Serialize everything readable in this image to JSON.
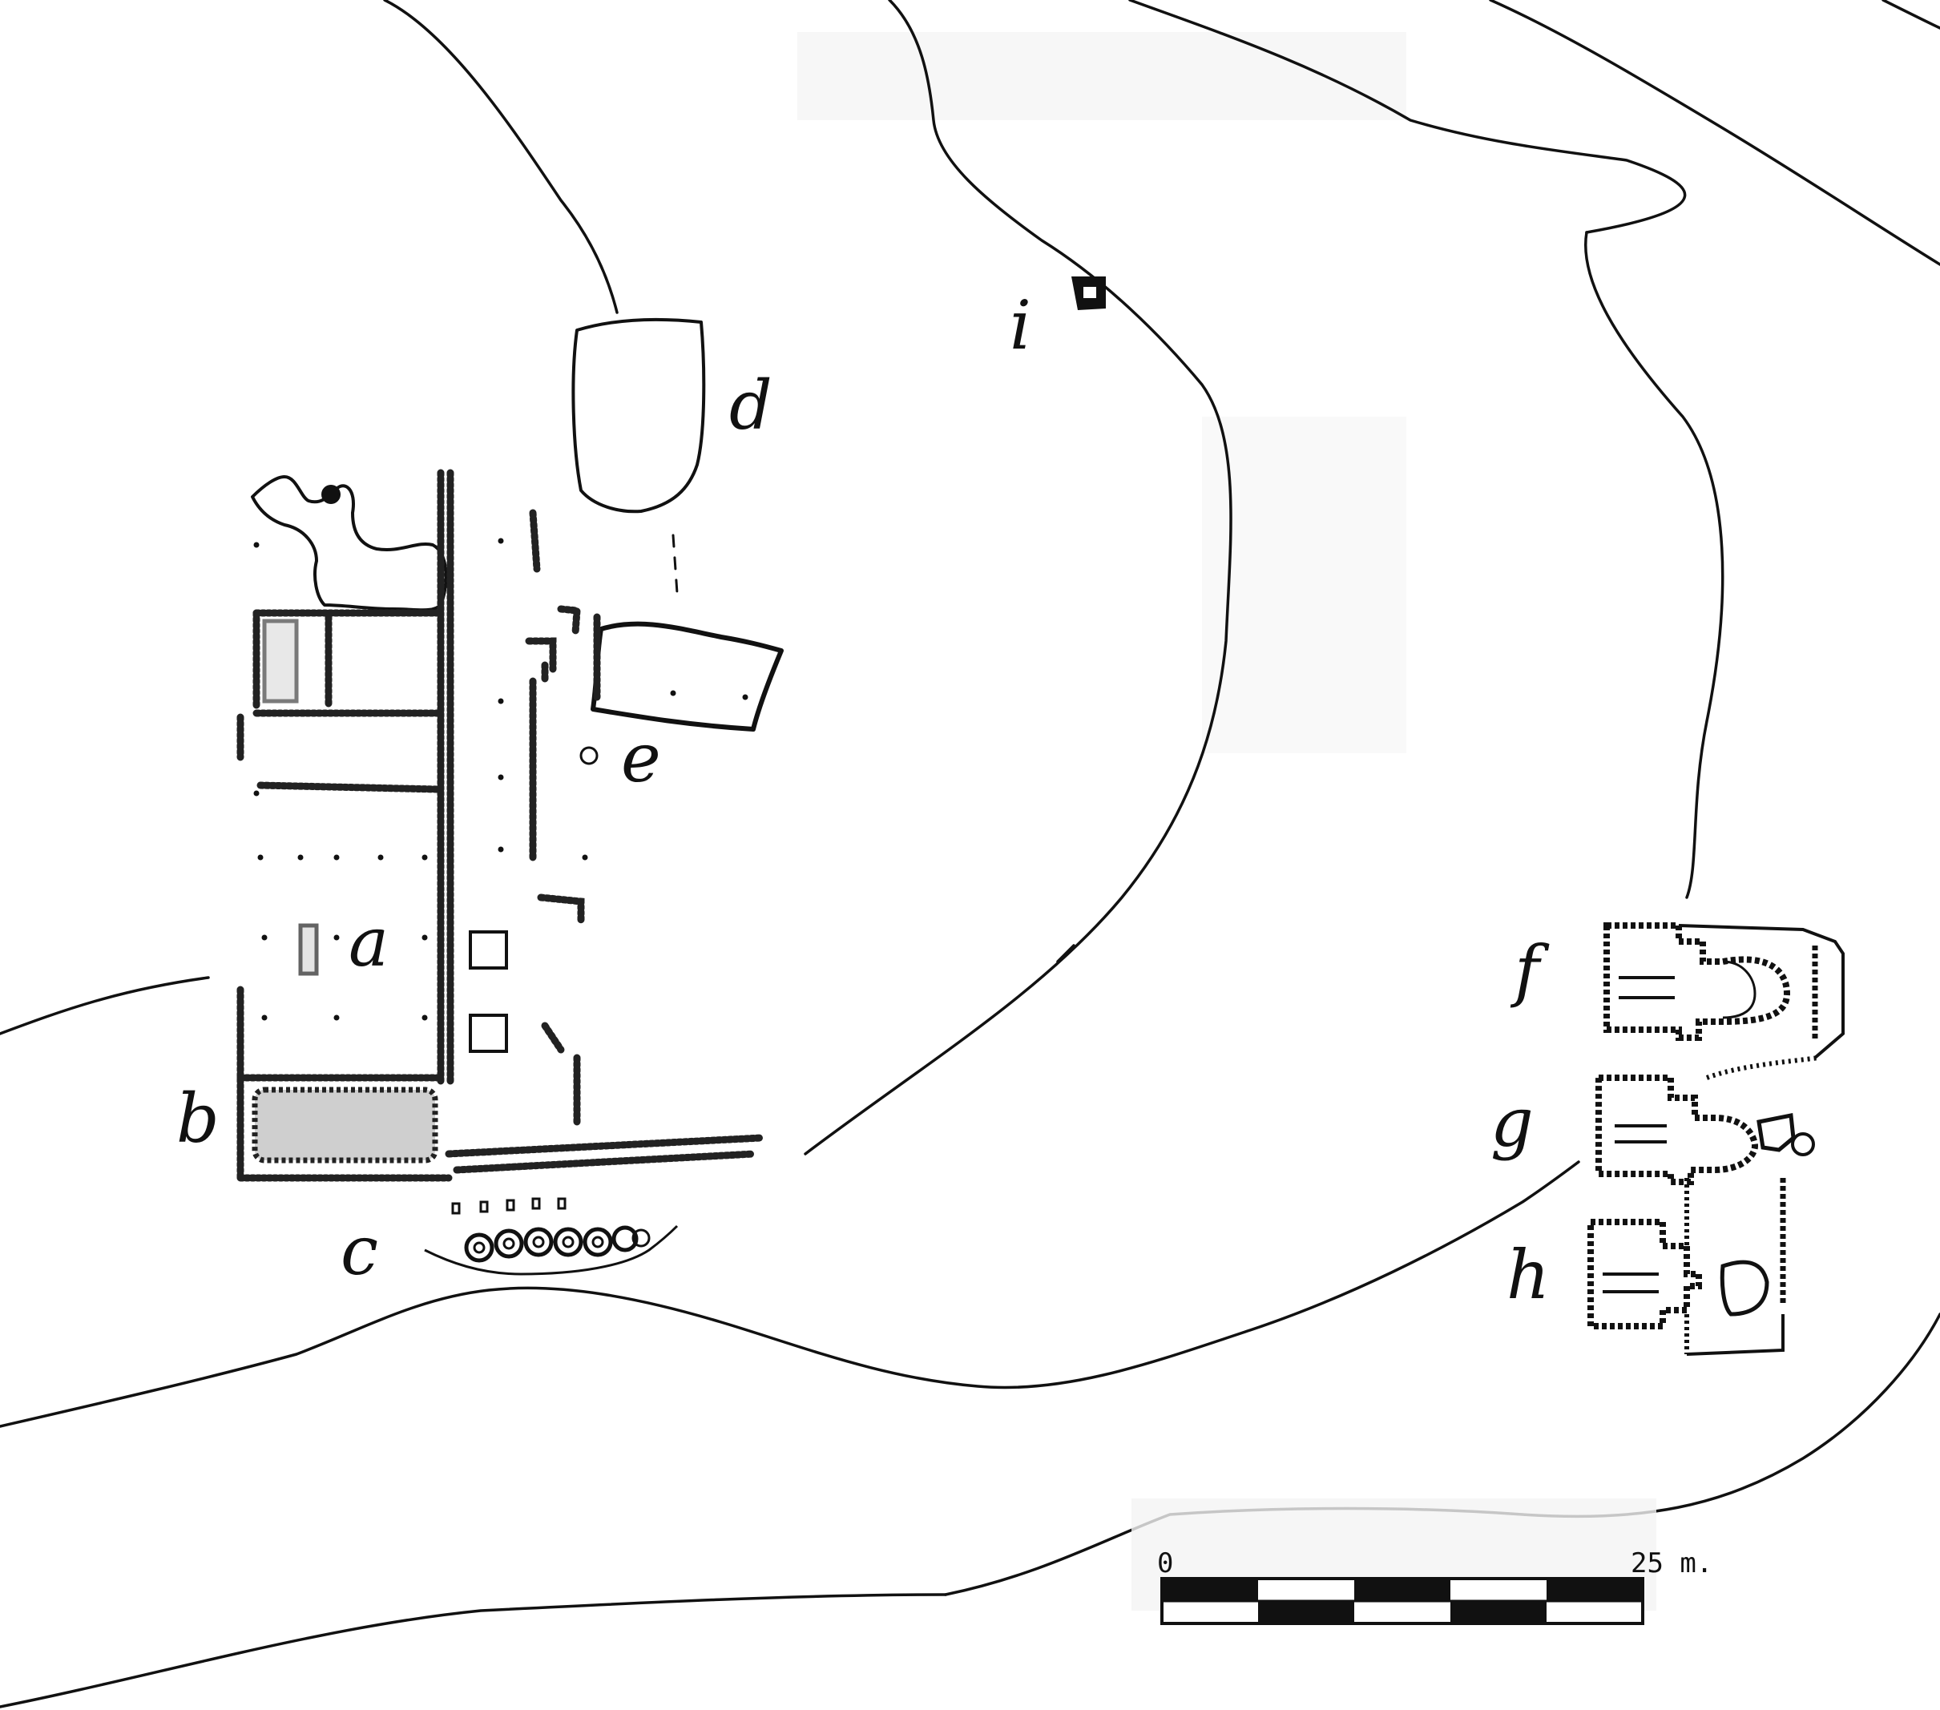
{
  "map": {
    "site_labels": {
      "a": "a",
      "b": "b",
      "c": "c",
      "d": "d",
      "e": "e",
      "f": "f",
      "g": "g",
      "h": "h",
      "i": "i"
    },
    "scale_bar": {
      "start_label": "0",
      "end_label": "25 m.",
      "segments": 5
    }
  }
}
